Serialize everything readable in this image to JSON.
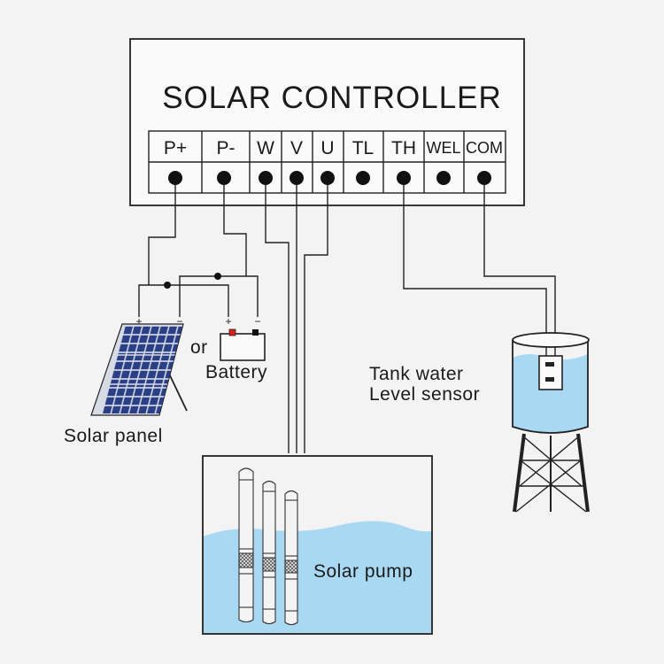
{
  "controller": {
    "title": "SOLAR CONTROLLER",
    "terminals": [
      "P+",
      "P-",
      "W",
      "V",
      "U",
      "TL",
      "TH",
      "WEL",
      "COM"
    ]
  },
  "labels": {
    "or": "or",
    "battery": "Battery",
    "solar_panel": "Solar panel",
    "tank_line1": "Tank water",
    "tank_line2": "Level sensor",
    "solar_pump": "Solar pump",
    "plus": "+",
    "minus": "−"
  },
  "colors": {
    "water": "#a9d9f2",
    "panel_cell": "#2b3f86",
    "battery_plus": "#d81e1e",
    "background": "#f3f3f3"
  }
}
